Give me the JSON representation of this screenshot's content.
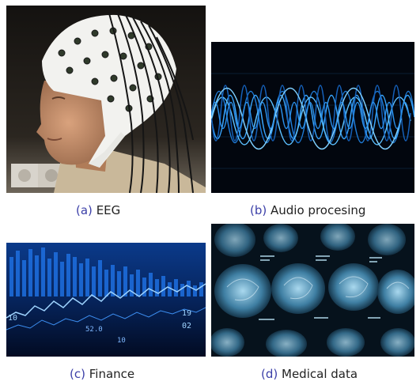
{
  "figure": {
    "panels": [
      {
        "tag": "(a)",
        "label": "EEG",
        "icon": "eeg-cap-photo"
      },
      {
        "tag": "(b)",
        "label": "Audio procesing",
        "icon": "audio-waveform-image"
      },
      {
        "tag": "(c)",
        "label": "Finance",
        "icon": "finance-chart-image"
      },
      {
        "tag": "(d)",
        "label": "Medical data",
        "icon": "brain-mri-scans-image"
      }
    ],
    "finance_numbers": [
      "10",
      "19",
      "02",
      "52.0",
      "10"
    ]
  },
  "colors": {
    "caption_tag": "#3b3fa8",
    "audio_wave": "#3aa7ff",
    "finance_blue": "#1e6fe0",
    "mri_cyan": "#6fb7d6"
  }
}
